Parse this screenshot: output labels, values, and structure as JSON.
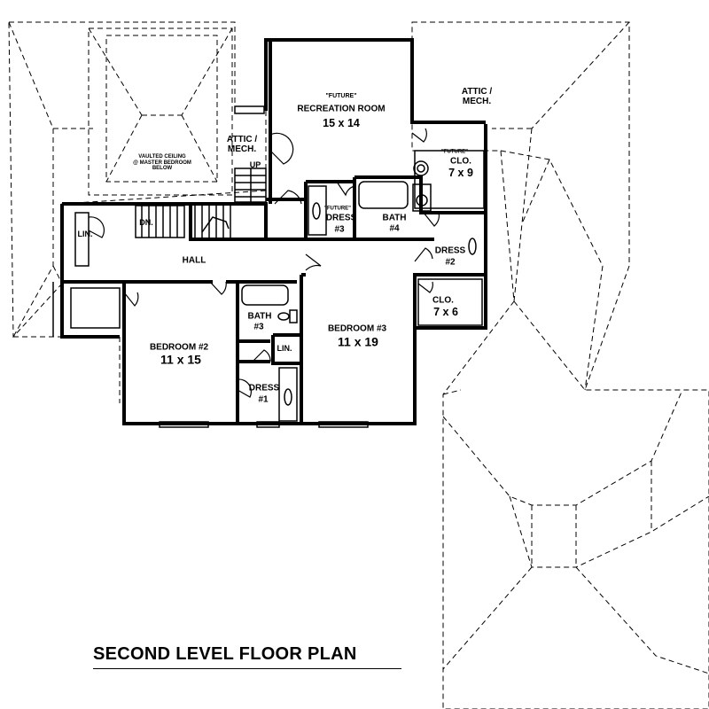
{
  "drawing": {
    "title": "SECOND LEVEL FLOOR PLAN"
  },
  "rooms": {
    "recreation": {
      "tag": "\"FUTURE\"",
      "name": "RECREATION ROOM",
      "size": "15 x 14"
    },
    "attic_right": {
      "line1": "ATTIC /",
      "line2": "MECH."
    },
    "attic_left": {
      "line1": "ATTIC /",
      "line2": "MECH."
    },
    "vaulted": {
      "line1": "VAULTED CEILING",
      "line2": "@ MASTER BEDROOM",
      "line3": "BELOW"
    },
    "stair_up": "UP",
    "stair_down": "DN.",
    "closet_future": {
      "tag": "\"FUTURE\"",
      "name": "CLO.",
      "size": "7 x 9"
    },
    "dress3": {
      "tag": "\"FUTURE\"",
      "name": "DRESS",
      "num": "#3"
    },
    "bath4": {
      "name": "BATH",
      "num": "#4"
    },
    "linen_left": "LIN.",
    "hall": "HALL",
    "dress2": {
      "name": "DRESS",
      "num": "#2"
    },
    "closet2": {
      "name": "CLO.",
      "size": "7 x 6"
    },
    "bath3": {
      "name": "BATH",
      "num": "#3"
    },
    "linen_mid": "LIN.",
    "dress1": {
      "name": "DRESS",
      "num": "#1"
    },
    "bedroom2": {
      "name": "BEDROOM #2",
      "size": "11 x 15"
    },
    "bedroom3": {
      "name": "BEDROOM #3",
      "size": "11 x 19"
    }
  },
  "colors": {
    "line": "#000000",
    "background": "#ffffff"
  }
}
